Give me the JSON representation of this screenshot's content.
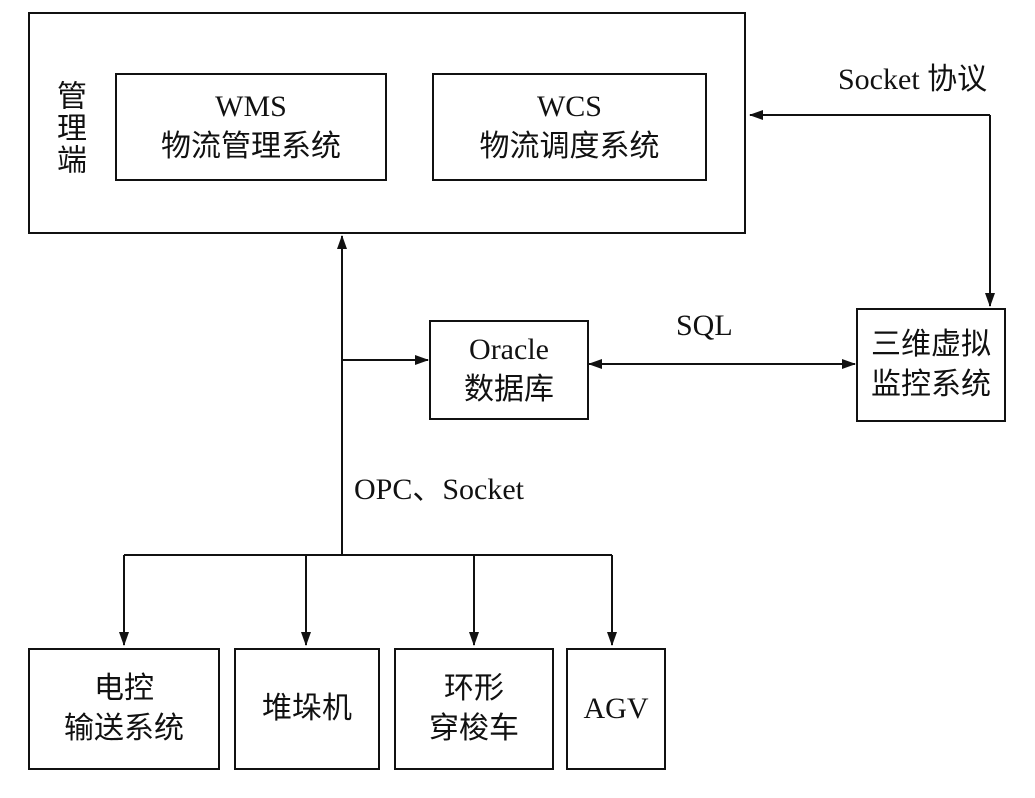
{
  "management": {
    "label": "管理端",
    "wms": {
      "line1": "WMS",
      "line2": "物流管理系统"
    },
    "wcs": {
      "line1": "WCS",
      "line2": "物流调度系统"
    }
  },
  "database": {
    "line1": "Oracle",
    "line2": "数据库"
  },
  "monitor": {
    "line1": "三维虚拟",
    "line2": "监控系统"
  },
  "devices": [
    {
      "line1": "电控",
      "line2": "输送系统"
    },
    {
      "line1": "堆垛机",
      "line2": ""
    },
    {
      "line1": "环形",
      "line2": "穿梭车"
    },
    {
      "line1": "AGV",
      "line2": ""
    }
  ],
  "edges": {
    "socket_protocol": "Socket 协议",
    "sql": "SQL",
    "opc_socket": "OPC、Socket"
  }
}
